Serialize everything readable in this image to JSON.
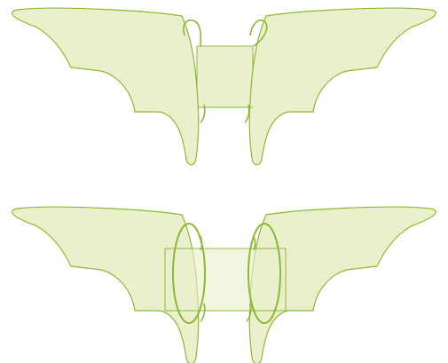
{
  "colors": {
    "fill": "#eaf0cb",
    "stroke": "#8cb934",
    "loop": "#8cb934",
    "band_stroke": "#8cb934",
    "background": "#ffffff"
  },
  "figures": [
    {
      "name": "wings-top",
      "loops": "open",
      "band": "narrow"
    },
    {
      "name": "wings-bottom",
      "loops": "closed",
      "band": "wide"
    }
  ]
}
